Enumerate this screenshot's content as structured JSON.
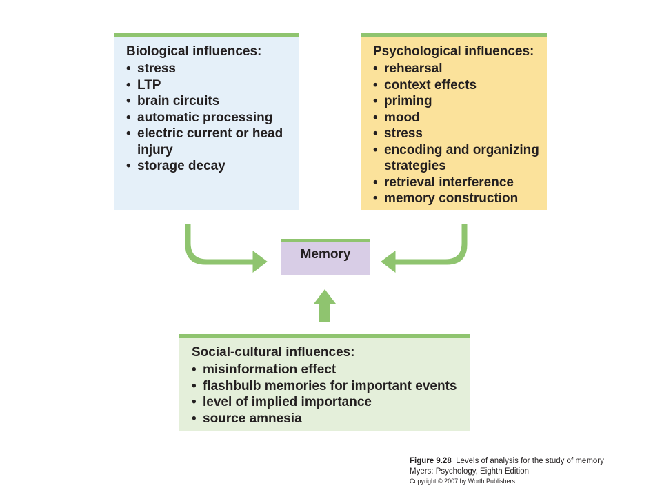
{
  "biological": {
    "title": "Biological influences:",
    "items": [
      "stress",
      "LTP",
      "brain circuits",
      "automatic processing",
      "electric current or head injury",
      "storage decay"
    ]
  },
  "psychological": {
    "title": "Psychological influences:",
    "items": [
      "rehearsal",
      "context effects",
      "priming",
      "mood",
      "stress",
      "encoding and organizing strategies",
      "retrieval interference",
      "memory construction"
    ]
  },
  "social_cultural": {
    "title": "Social-cultural influences:",
    "items": [
      "misinformation effect",
      "flashbulb memories for important events",
      "level of implied importance",
      "source amnesia"
    ]
  },
  "center": {
    "label": "Memory"
  },
  "caption": {
    "figure_number": "Figure 9.28",
    "figure_title": "Levels of analysis for the study of memory",
    "book": "Myers: Psychology, Eighth Edition",
    "copyright": "Copyright © 2007 by Worth Publishers"
  },
  "colors": {
    "accent_green": "#8fc46f",
    "biological_bg": "#e5f0f9",
    "psychological_bg": "#fbe29b",
    "social_bg": "#e4efda",
    "memory_bg": "#d8cde6"
  }
}
